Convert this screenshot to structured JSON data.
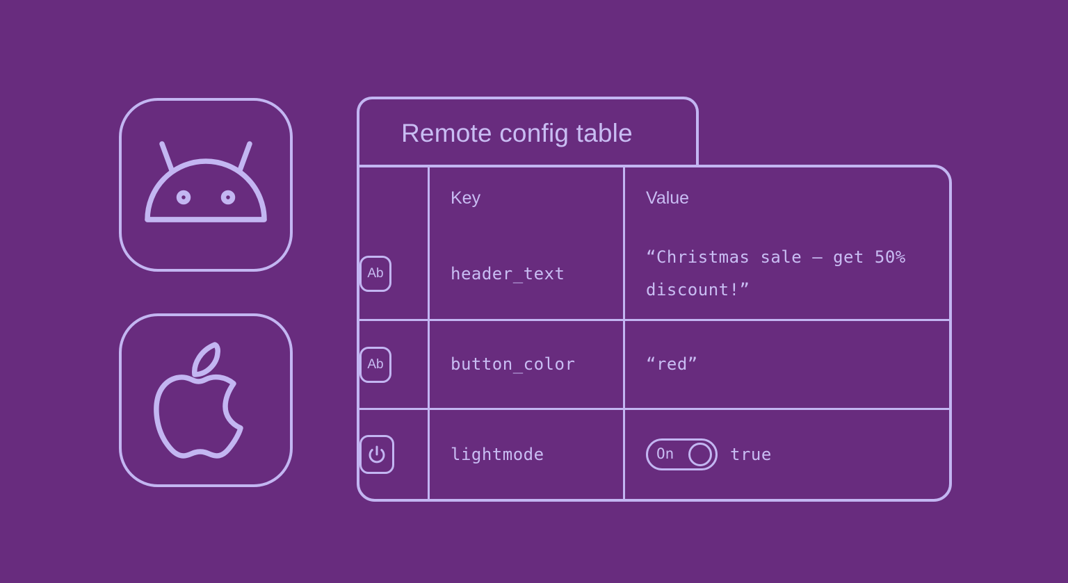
{
  "theme": {
    "background": "#682C7E",
    "line": "#C3B6F2",
    "text": "#C9BDF3"
  },
  "platforms": [
    {
      "name": "android",
      "icon": "android-robot-icon",
      "label": "Android"
    },
    {
      "name": "apple",
      "icon": "apple-logo-icon",
      "label": "Apple"
    }
  ],
  "panel": {
    "title": "Remote config table"
  },
  "table": {
    "headers": {
      "icon": "",
      "key": "Key",
      "value": "Value"
    },
    "rows": [
      {
        "icon": "text-type-icon",
        "icon_label": "Ab",
        "key": "header_text",
        "value": "“Christmas sale — get 50% discount!”",
        "value_type": "string"
      },
      {
        "icon": "text-type-icon",
        "icon_label": "Ab",
        "key": "button_color",
        "value": "“red”",
        "value_type": "string"
      },
      {
        "icon": "power-toggle-icon",
        "icon_label": "",
        "key": "lightmode",
        "value": "true",
        "value_type": "boolean",
        "toggle": {
          "state_label": "On",
          "checked": true
        }
      }
    ]
  }
}
